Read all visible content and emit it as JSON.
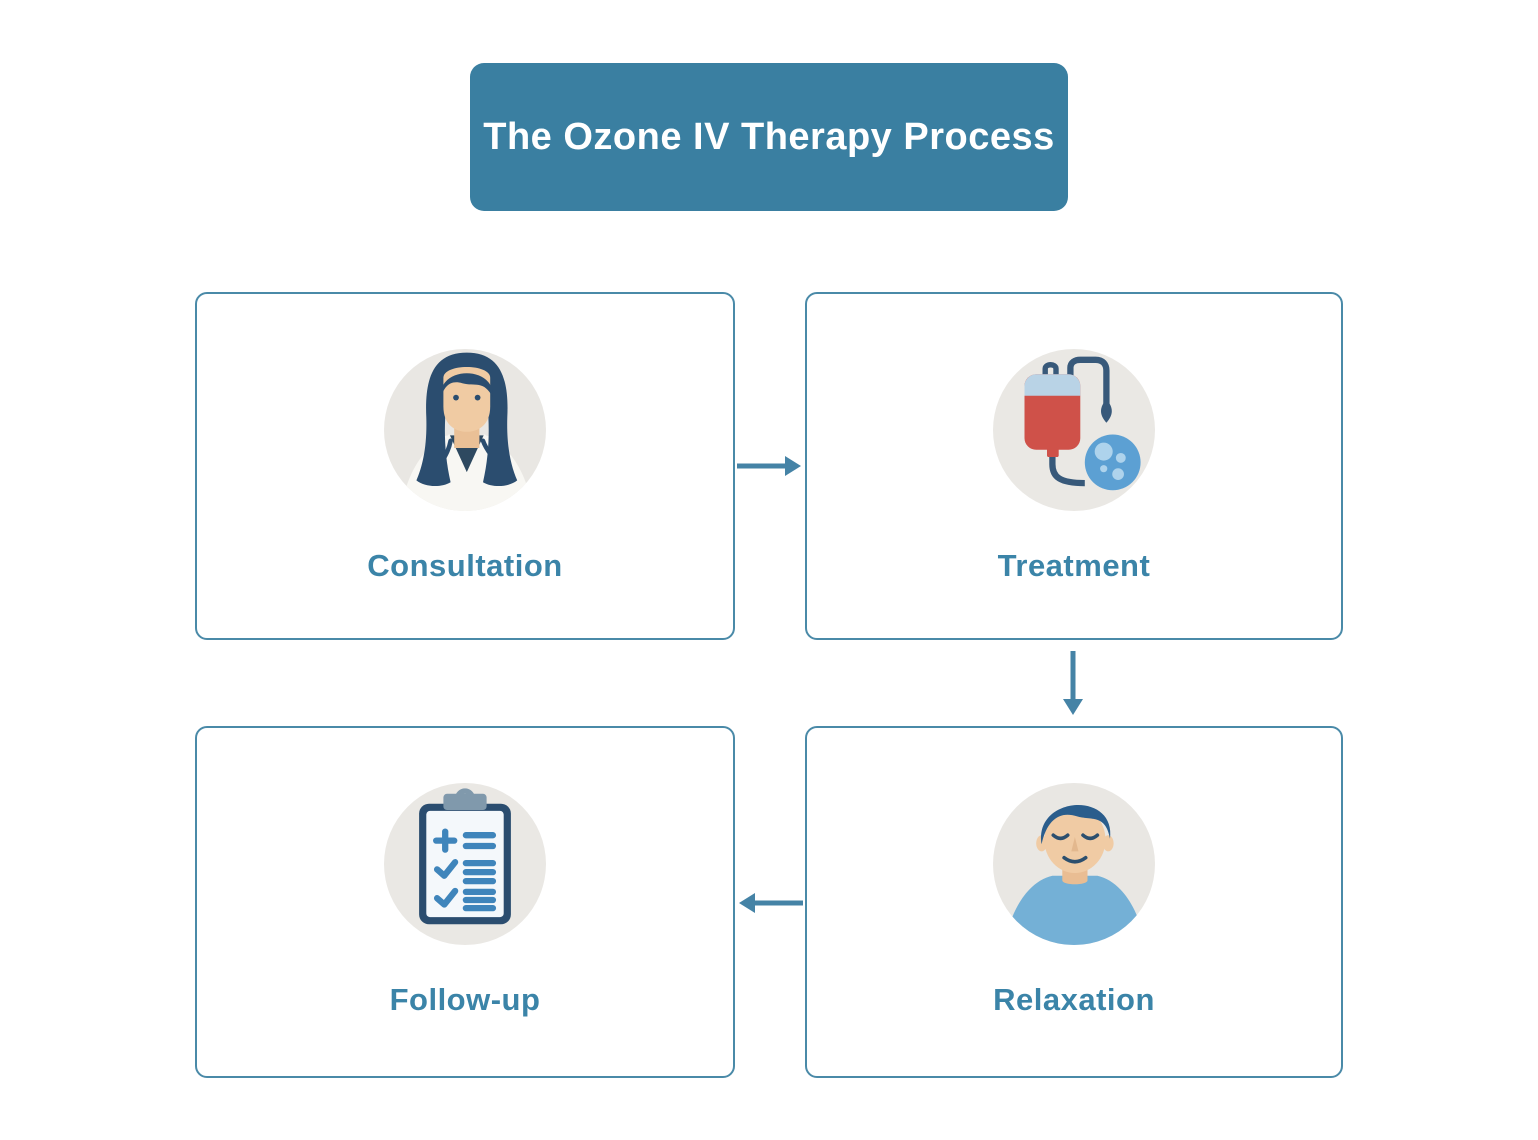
{
  "title": {
    "text": "The Ozone IV Therapy Process"
  },
  "steps": [
    {
      "label": "Consultation",
      "icon": "female-doctor-icon"
    },
    {
      "label": "Treatment",
      "icon": "iv-bag-ozone-icon"
    },
    {
      "label": "Relaxation",
      "icon": "relaxed-person-icon"
    },
    {
      "label": "Follow-up",
      "icon": "clipboard-checklist-icon"
    }
  ],
  "connections": [
    {
      "from": "Consultation",
      "to": "Treatment",
      "direction": "right"
    },
    {
      "from": "Treatment",
      "to": "Relaxation",
      "direction": "down"
    },
    {
      "from": "Relaxation",
      "to": "Follow-up",
      "direction": "left"
    }
  ],
  "colors": {
    "banner_bg": "#3a7fa1",
    "banner_text": "#ffffff",
    "card_border": "#4a8aa8",
    "card_bg": "#ffffff",
    "label_text": "#3b84a8",
    "arrow": "#4583a6",
    "icon_circle_bg": "#e9e7e3",
    "navy": "#2b4d6f",
    "skin_tan": "#f0cba4",
    "blood_red": "#cf5149",
    "bag_top_blue": "#b9d3e6",
    "ozone_blue": "#5ca0d3",
    "bubble_blue": "#aed3ec",
    "shirt_blue": "#74b0d6",
    "checklist_blue": "#3f85bb",
    "clip_gray": "#8099ac"
  }
}
